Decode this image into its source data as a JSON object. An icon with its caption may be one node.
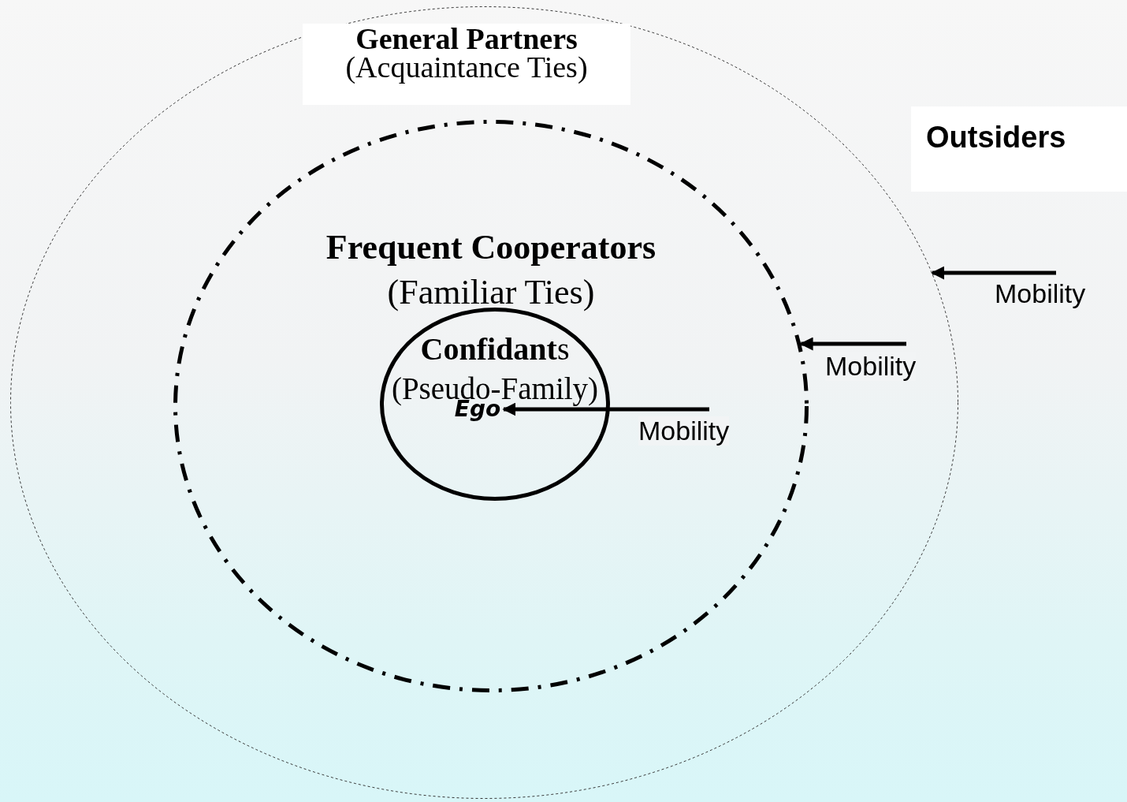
{
  "diagram": {
    "nodes": [
      {
        "text": [
          "General Partners",
          "(Acquaintance Ties)"
        ]
      },
      {
        "text": [
          "Frequent Cooperators",
          "(Familiar Ties)"
        ],
        "in": 0
      },
      {
        "text": [
          "**Confidant**s",
          "(Pseudo-Family)"
        ],
        "in": 1
      },
      {
        "text": [
          "Ego"
        ],
        "in": 2
      },
      {
        "text": [
          "Outsiders"
        ]
      }
    ],
    "edges": [
      {
        "from": null,
        "to": 0,
        "arrow": "to",
        "label": "Mobility"
      },
      {
        "from": null,
        "to": 1,
        "arrow": "to",
        "label": "Mobility"
      },
      {
        "from": null,
        "to": 3,
        "arrow": "to",
        "label": "Mobility"
      }
    ]
  }
}
